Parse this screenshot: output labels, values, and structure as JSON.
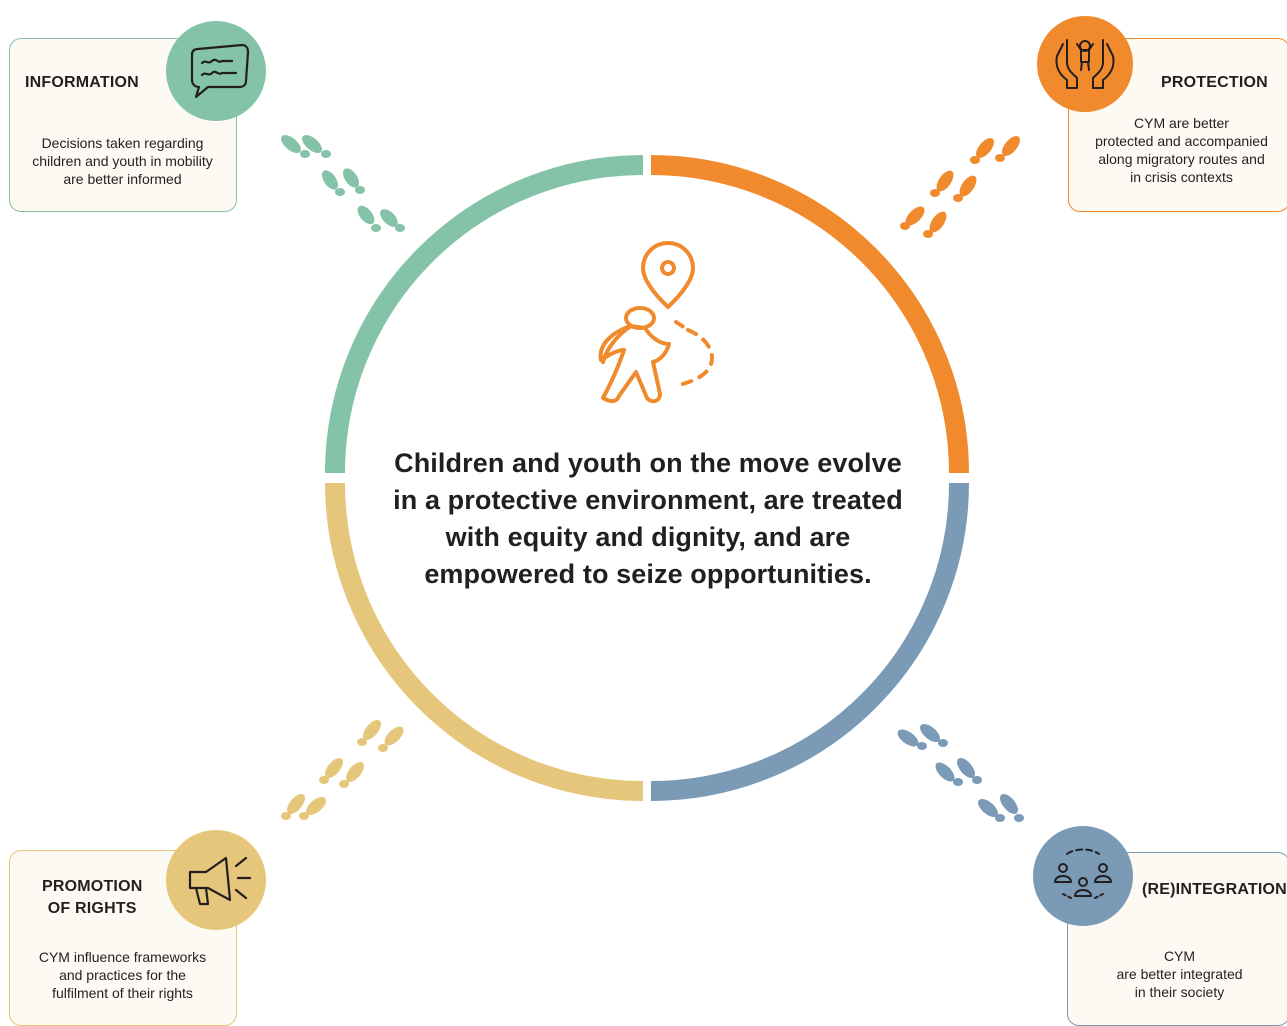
{
  "center": {
    "statement": "Children and youth on the move evolve in a protective environment, are treated with equity and dignity, and are empowered to seize opportunities."
  },
  "colors": {
    "teal": "#84c3a8",
    "orange": "#f08a2d",
    "blue": "#7a9ab5",
    "yellow": "#e6c67a"
  },
  "pillars": {
    "information": {
      "title": "INFORMATION",
      "text": "Decisions taken regarding\nchildren and youth in mobility\nare better informed",
      "icon": "speech-bubble-icon"
    },
    "protection": {
      "title": "PROTECTION",
      "text": "CYM are better\nprotected and accompanied\nalong migratory routes and\nin crisis contexts",
      "icon": "protective-hands-icon"
    },
    "promotion": {
      "title": "PROMOTION\nOF RIGHTS",
      "text": "CYM influence frameworks\nand practices for the\nfulfilment of their rights",
      "icon": "megaphone-icon"
    },
    "reintegration": {
      "title": "(RE)INTEGRATION",
      "text": "CYM\nare better integrated\nin their society",
      "icon": "community-icon"
    }
  }
}
